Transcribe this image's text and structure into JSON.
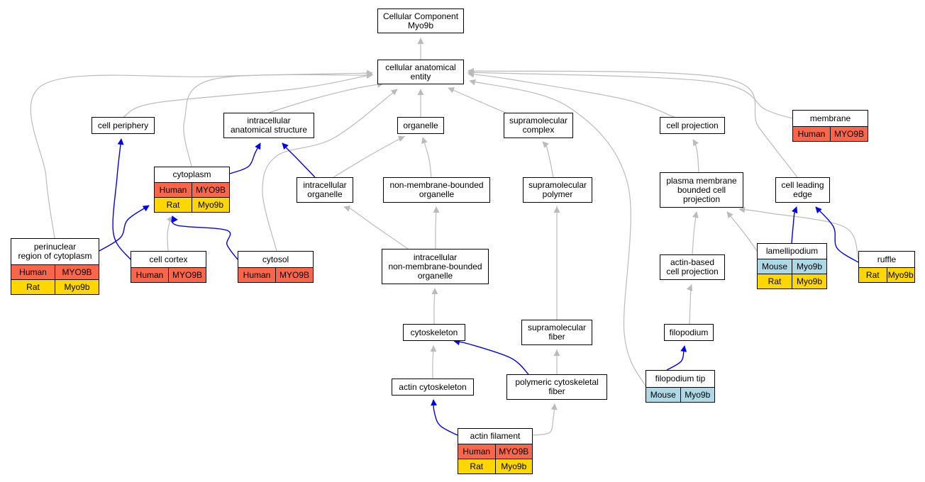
{
  "colors": {
    "human": "#f9664a",
    "rat": "#ffd700",
    "mouse": "#add8e6",
    "edge_isa": "#bbbbbb",
    "edge_part": "#0000ee"
  },
  "nodes": {
    "cc": {
      "label": "Cellular Component\nMyo9b"
    },
    "cae": {
      "label": "cellular anatomical\nentity"
    },
    "cp": {
      "label": "cell periphery"
    },
    "ias": {
      "label": "intracellular\nanatomical structure"
    },
    "org": {
      "label": "organelle"
    },
    "smc": {
      "label": "supramolecular\ncomplex"
    },
    "cproj": {
      "label": "cell projection"
    },
    "mem": {
      "label": "membrane",
      "rows": [
        {
          "species": "Human",
          "gene": "MYO9B"
        }
      ]
    },
    "cyto": {
      "label": "cytoplasm",
      "rows": [
        {
          "species": "Human",
          "gene": "MYO9B"
        },
        {
          "species": "Rat",
          "gene": "Myo9b"
        }
      ]
    },
    "io": {
      "label": "intracellular\norganelle"
    },
    "nmbo": {
      "label": "non-membrane-bounded\norganelle"
    },
    "smp": {
      "label": "supramolecular\npolymer"
    },
    "pmbcp": {
      "label": "plasma membrane\nbounded cell\nprojection"
    },
    "cle": {
      "label": "cell leading\nedge"
    },
    "prc": {
      "label": "perinuclear\nregion of cytoplasm",
      "rows": [
        {
          "species": "Human",
          "gene": "MYO9B"
        },
        {
          "species": "Rat",
          "gene": "Myo9b"
        }
      ]
    },
    "cco": {
      "label": "cell cortex",
      "rows": [
        {
          "species": "Human",
          "gene": "MYO9B"
        }
      ]
    },
    "cytosol": {
      "label": "cytosol",
      "rows": [
        {
          "species": "Human",
          "gene": "MYO9B"
        }
      ]
    },
    "inmbo": {
      "label": "intracellular\nnon-membrane-bounded\norganelle"
    },
    "abcp": {
      "label": "actin-based\ncell projection"
    },
    "lam": {
      "label": "lamellipodium",
      "rows": [
        {
          "species": "Mouse",
          "gene": "Myo9b"
        },
        {
          "species": "Rat",
          "gene": "Myo9b"
        }
      ]
    },
    "ruf": {
      "label": "ruffle",
      "rows": [
        {
          "species": "Rat",
          "gene": "Myo9b"
        }
      ]
    },
    "csk": {
      "label": "cytoskeleton"
    },
    "smf": {
      "label": "supramolecular\nfiber"
    },
    "filo": {
      "label": "filopodium"
    },
    "acsk": {
      "label": "actin cytoskeleton"
    },
    "pcf": {
      "label": "polymeric cytoskeletal\nfiber"
    },
    "ftip": {
      "label": "filopodium tip",
      "rows": [
        {
          "species": "Mouse",
          "gene": "Myo9b"
        }
      ]
    },
    "af": {
      "label": "actin filament",
      "rows": [
        {
          "species": "Human",
          "gene": "MYO9B"
        },
        {
          "species": "Rat",
          "gene": "Myo9b"
        }
      ]
    }
  },
  "edges": [
    {
      "from": "cae",
      "to": "cc",
      "type": "isa"
    },
    {
      "from": "cp",
      "to": "cae",
      "type": "isa"
    },
    {
      "from": "ias",
      "to": "cae",
      "type": "isa"
    },
    {
      "from": "org",
      "to": "cae",
      "type": "isa"
    },
    {
      "from": "smc",
      "to": "cae",
      "type": "isa"
    },
    {
      "from": "cproj",
      "to": "cae",
      "type": "isa"
    },
    {
      "from": "mem",
      "to": "cae",
      "type": "isa"
    },
    {
      "from": "cle",
      "to": "cae",
      "type": "isa"
    },
    {
      "from": "prc",
      "to": "cae",
      "type": "isa"
    },
    {
      "from": "cyto",
      "to": "cae",
      "type": "isa"
    },
    {
      "from": "cytosol",
      "to": "cae",
      "type": "isa"
    },
    {
      "from": "ftip",
      "to": "cae",
      "type": "isa"
    },
    {
      "from": "cyto",
      "to": "ias",
      "type": "part"
    },
    {
      "from": "io",
      "to": "ias",
      "type": "part"
    },
    {
      "from": "io",
      "to": "org",
      "type": "isa"
    },
    {
      "from": "nmbo",
      "to": "org",
      "type": "isa"
    },
    {
      "from": "smp",
      "to": "smc",
      "type": "isa"
    },
    {
      "from": "pmbcp",
      "to": "cproj",
      "type": "isa"
    },
    {
      "from": "cco",
      "to": "cp",
      "type": "part"
    },
    {
      "from": "prc",
      "to": "cyto",
      "type": "part"
    },
    {
      "from": "cco",
      "to": "cyto",
      "type": "isa"
    },
    {
      "from": "cytosol",
      "to": "cyto",
      "type": "part"
    },
    {
      "from": "inmbo",
      "to": "io",
      "type": "isa"
    },
    {
      "from": "inmbo",
      "to": "nmbo",
      "type": "isa"
    },
    {
      "from": "smf",
      "to": "smp",
      "type": "isa"
    },
    {
      "from": "abcp",
      "to": "pmbcp",
      "type": "isa"
    },
    {
      "from": "lam",
      "to": "pmbcp",
      "type": "isa"
    },
    {
      "from": "ruf",
      "to": "pmbcp",
      "type": "isa"
    },
    {
      "from": "lam",
      "to": "cle",
      "type": "part"
    },
    {
      "from": "ruf",
      "to": "cle",
      "type": "part"
    },
    {
      "from": "csk",
      "to": "inmbo",
      "type": "isa"
    },
    {
      "from": "filo",
      "to": "abcp",
      "type": "isa"
    },
    {
      "from": "acsk",
      "to": "csk",
      "type": "isa"
    },
    {
      "from": "pcf",
      "to": "csk",
      "type": "part"
    },
    {
      "from": "pcf",
      "to": "smf",
      "type": "isa"
    },
    {
      "from": "ftip",
      "to": "filo",
      "type": "part"
    },
    {
      "from": "af",
      "to": "acsk",
      "type": "part"
    },
    {
      "from": "af",
      "to": "pcf",
      "type": "isa"
    }
  ]
}
